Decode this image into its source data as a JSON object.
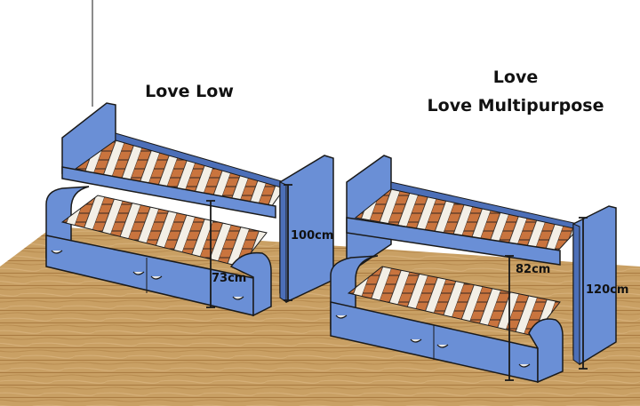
{
  "titles": {
    "left": "Love Low",
    "right_line1": "Love",
    "right_line2": "Love Multipurpose"
  },
  "dimensions": {
    "trundle_height": "73cm",
    "low_bed_height": "100cm",
    "mid_height": "82cm",
    "multipurpose_height": "120cm"
  },
  "colors": {
    "bed_blue": "#6a8fd6",
    "bed_blue_dark": "#4c6fb8",
    "slat": "#c9743e",
    "floor": "#c9a064",
    "outline": "#1a1a1a"
  },
  "icons": {
    "drawer_handle": "drawer-handle-icon"
  }
}
